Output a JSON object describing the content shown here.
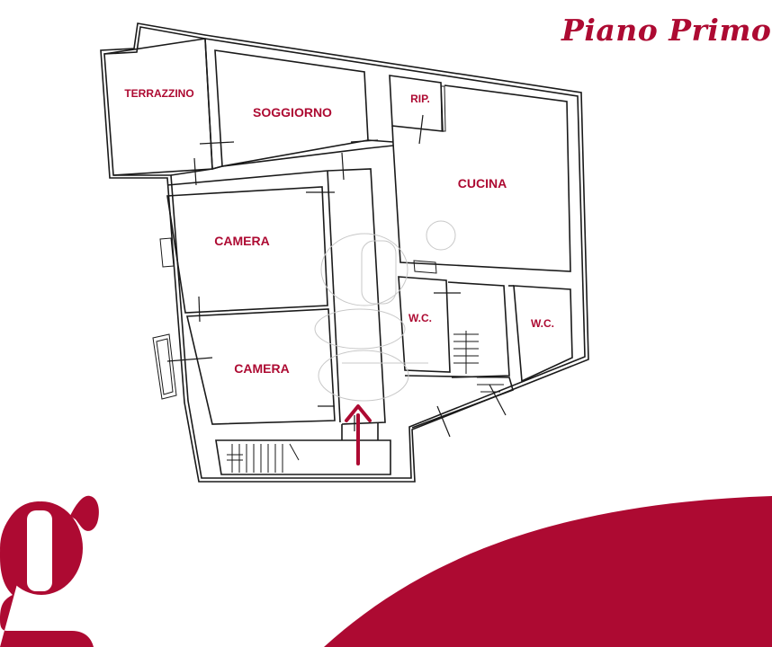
{
  "header": {
    "title": "Piano Primo"
  },
  "colors": {
    "brand": "#ad0a32",
    "wall": "#1a1a1a",
    "background": "#ffffff",
    "watermark": "#c8c8c8"
  },
  "floorplan": {
    "rooms": [
      {
        "id": "terrazzino",
        "label": "TERRAZZINO"
      },
      {
        "id": "soggiorno",
        "label": "SOGGIORNO"
      },
      {
        "id": "rip",
        "label": "RIP."
      },
      {
        "id": "cucina",
        "label": "CUCINA"
      },
      {
        "id": "camera-1",
        "label": "CAMERA"
      },
      {
        "id": "camera-2",
        "label": "CAMERA"
      },
      {
        "id": "wc-1",
        "label": "W.C."
      },
      {
        "id": "wc-2",
        "label": "W.C."
      }
    ],
    "entrance_arrow": "entrance-arrow-icon",
    "watermark": "g-logo-watermark"
  },
  "branding": {
    "logo_letter": "g"
  }
}
